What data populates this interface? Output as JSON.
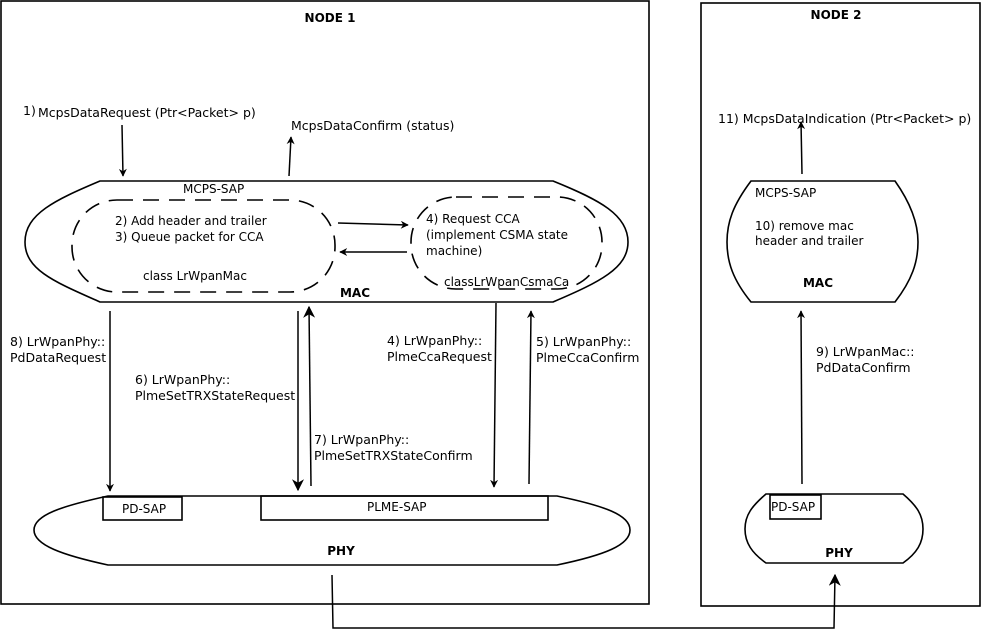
{
  "node1": {
    "title": "NODE 1",
    "step1_num": "1)",
    "step1": "McpsDataRequest (Ptr<Packet> p)",
    "confirm": "McpsDataConfirm (status)",
    "mac": {
      "sap": "MCPS-SAP",
      "label": "MAC",
      "class_mac": "class LrWpanMac",
      "class_csma": "classLrWpanCsmaCa",
      "step2": "2) Add header and trailer",
      "step3": "3) Queue packet for CCA",
      "step4_l1": "4) Request CCA",
      "step4_l2": "(implement CSMA state",
      "step4_l3": "machine)"
    },
    "calls": {
      "c8_l1": "8) LrWpanPhy::",
      "c8_l2": "PdDataRequest",
      "c6_l1": "6) LrWpanPhy::",
      "c6_l2": "PlmeSetTRXStateRequest",
      "c7_l1": "7) LrWpanPhy::",
      "c7_l2": "PlmeSetTRXStateConfirm",
      "c4_l1": "4) LrWpanPhy::",
      "c4_l2": "PlmeCcaRequest",
      "c5_l1": "5) LrWpanPhy::",
      "c5_l2": "PlmeCcaConfirm"
    },
    "phy": {
      "label": "PHY",
      "pd_sap": "PD-SAP",
      "plme_sap": "PLME-SAP"
    }
  },
  "node2": {
    "title": "NODE 2",
    "indication": "11) McpsDataIndication (Ptr<Packet> p)",
    "mac": {
      "sap": "MCPS-SAP",
      "step10_l1": "10) remove mac",
      "step10_l2": "header and trailer",
      "label": "MAC"
    },
    "c9_l1": "9) LrWpanMac::",
    "c9_l2": "PdDataConfirm",
    "phy": {
      "label": "PHY",
      "pd_sap": "PD-SAP"
    }
  }
}
